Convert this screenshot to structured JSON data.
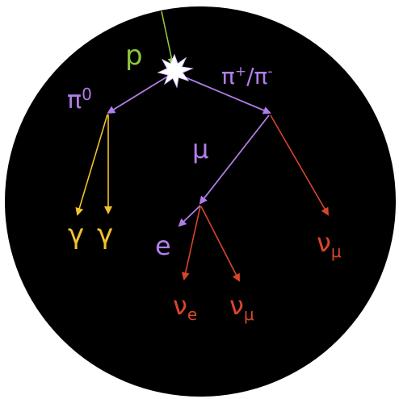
{
  "colors": {
    "background": "#000000",
    "proton": "#8ec63f",
    "pion": "#b07ee8",
    "photon": "#f2c12e",
    "lepton": "#d9452c"
  },
  "labels": {
    "proton": "p",
    "pi0": "π",
    "pi0_sup": "0",
    "pi_pm_a": "π",
    "pi_pm_sup1": "+",
    "pi_pm_slash": "/π",
    "pi_pm_sup2": "-",
    "muon": "μ",
    "gamma1": "γ",
    "gamma2": "γ",
    "electron": "e",
    "nu_mu_right": "ν",
    "nu_mu_right_sub": "μ",
    "nu_e": "ν",
    "nu_e_sub": "e",
    "nu_mu_bottom": "ν",
    "nu_mu_bottom_sub": "μ"
  }
}
